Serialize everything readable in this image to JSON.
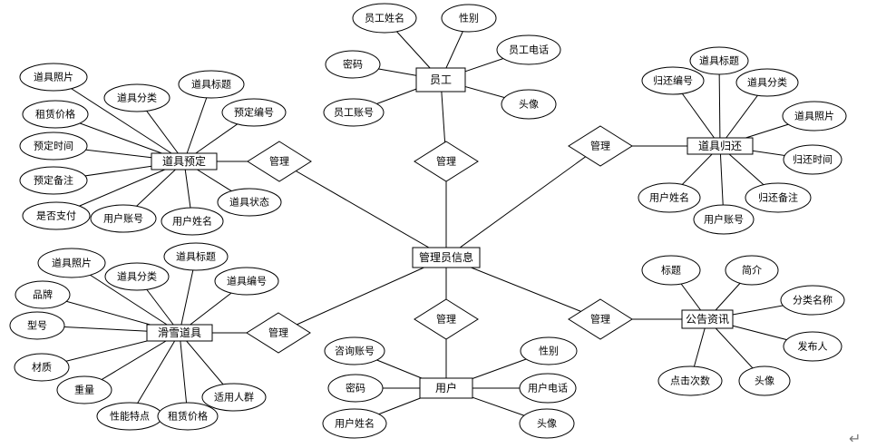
{
  "entities": {
    "admin": "管理员信息",
    "employee": "员工",
    "user": "用户",
    "reservation": "道具预定",
    "return": "道具归还",
    "ski_equipment": "滑雪道具",
    "notice": "公告资讯"
  },
  "relationships": {
    "admin_employee": "管理",
    "admin_reservation": "管理",
    "admin_return": "管理",
    "admin_ski_equipment": "管理",
    "admin_user": "管理",
    "admin_notice": "管理"
  },
  "attributes": {
    "employee": [
      "员工姓名",
      "性别",
      "员工电话",
      "头像",
      "员工账号",
      "密码"
    ],
    "reservation": [
      "道具照片",
      "道具分类",
      "道具标题",
      "预定编号",
      "租赁价格",
      "预定时间",
      "预定备注",
      "是否支付",
      "用户账号",
      "用户姓名",
      "道具状态"
    ],
    "return": [
      "道具标题",
      "归还编号",
      "道具分类",
      "道具照片",
      "归还时间",
      "归还备注",
      "用户账号",
      "用户姓名"
    ],
    "ski_equipment": [
      "道具照片",
      "道具分类",
      "道具标题",
      "道具编号",
      "品牌",
      "型号",
      "材质",
      "重量",
      "性能特点",
      "租赁价格",
      "适用人群"
    ],
    "user": [
      "咨询账号",
      "密码",
      "用户姓名",
      "性别",
      "用户电话",
      "头像"
    ],
    "notice": [
      "标题",
      "简介",
      "分类名称",
      "发布人",
      "头像",
      "点击次数"
    ]
  },
  "page_marker": "↵"
}
